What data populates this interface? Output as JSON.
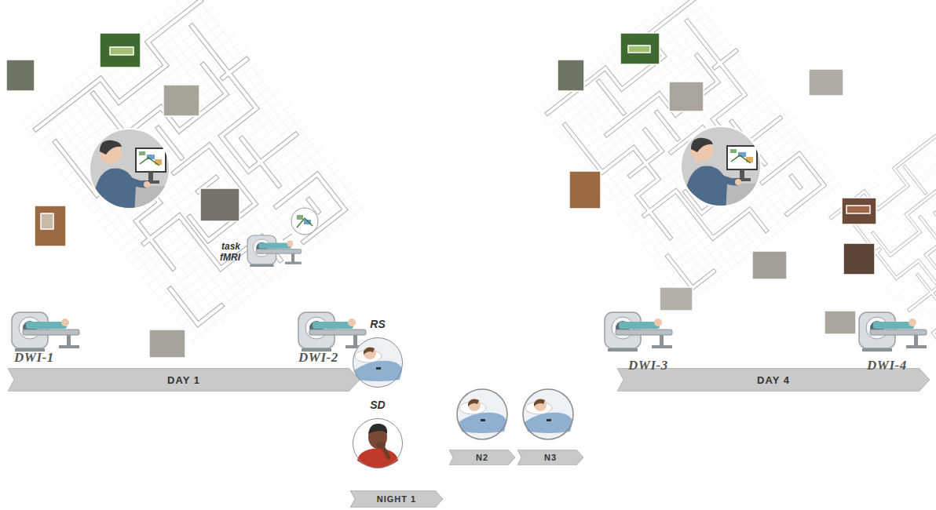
{
  "diagram": {
    "nodes": [
      {
        "text": [
          "DAY 1"
        ]
      },
      {
        "text": [
          "RS"
        ]
      },
      {
        "text": [
          "SD"
        ]
      },
      {
        "text": [
          "NIGHT 1"
        ]
      },
      {
        "text": [
          "N2"
        ]
      },
      {
        "text": [
          "N3"
        ]
      },
      {
        "text": [
          "DAY 4"
        ]
      }
    ],
    "labels": [
      "DWI-1",
      "task fMRI",
      "DWI-2",
      "DWI-3",
      "DWI-4"
    ]
  }
}
